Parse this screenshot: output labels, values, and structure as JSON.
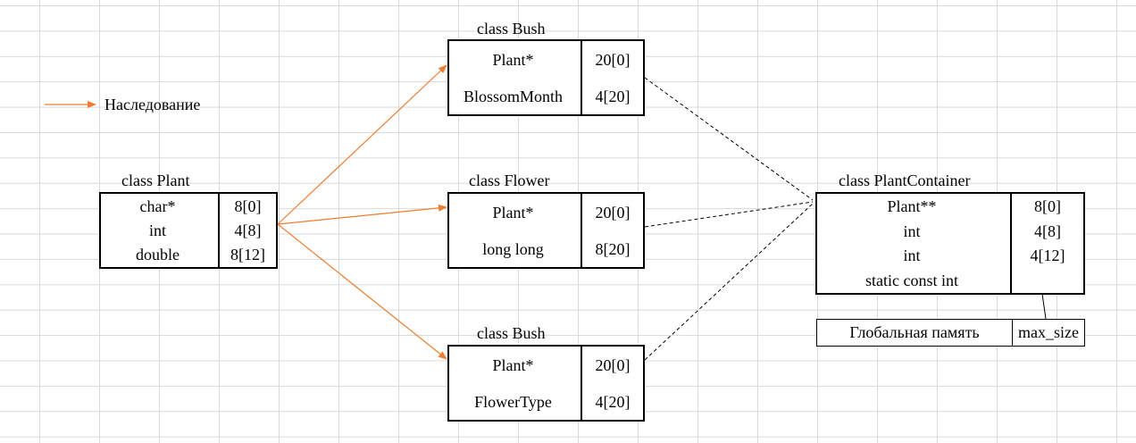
{
  "legend": {
    "label": "Наследование",
    "arrow_color": "#ED7D31"
  },
  "classes": {
    "plant": {
      "title": "class Plant",
      "rows": [
        {
          "type": "char*",
          "offset": "8[0]"
        },
        {
          "type": "int",
          "offset": "4[8]"
        },
        {
          "type": "double",
          "offset": "8[12]"
        }
      ]
    },
    "bush_top": {
      "title": "class Bush",
      "rows": [
        {
          "type": "Plant*",
          "offset": "20[0]"
        },
        {
          "type": "",
          "offset": ""
        },
        {
          "type": "BlossomMonth",
          "offset": "4[20]"
        }
      ]
    },
    "flower": {
      "title": "class Flower",
      "rows": [
        {
          "type": "Plant*",
          "offset": "20[0]"
        },
        {
          "type": "",
          "offset": ""
        },
        {
          "type": "long long",
          "offset": "8[20]"
        }
      ]
    },
    "bush_bottom": {
      "title": "class Bush",
      "rows": [
        {
          "type": "Plant*",
          "offset": "20[0]"
        },
        {
          "type": "",
          "offset": ""
        },
        {
          "type": "FlowerType",
          "offset": "4[20]"
        }
      ]
    },
    "container": {
      "title": "class PlantContainer",
      "rows": [
        {
          "type": "Plant**",
          "offset": "8[0]"
        },
        {
          "type": "int",
          "offset": "4[8]"
        },
        {
          "type": "int",
          "offset": "4[12]"
        },
        {
          "type": "static const int",
          "offset": ""
        }
      ]
    }
  },
  "global_memory": {
    "label": "Глобальная память",
    "value": "max_size"
  }
}
